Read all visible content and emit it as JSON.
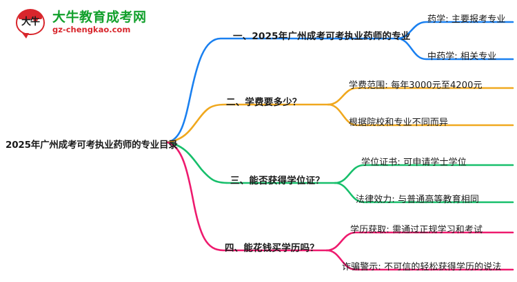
{
  "brand": {
    "mark_text": "大牛",
    "name_cn": "大牛教育成考网",
    "url": "gz-chengkao.com",
    "logo_icon": "speech-bubble-logo-icon",
    "colors": {
      "green": "#12a02c",
      "red": "#d8262c"
    }
  },
  "mindmap": {
    "root": {
      "label": "2025年广州成考可考执业药师的专业目录"
    },
    "branches": [
      {
        "index": "1",
        "label": "一、2025年广州成考可考执业药师的专业",
        "color": "#1a80f0",
        "children": [
          {
            "label": "药学: 主要报考专业"
          },
          {
            "label": "中药学: 相关专业"
          }
        ]
      },
      {
        "index": "2",
        "label": "二、学费要多少？",
        "color": "#f0a81e",
        "children": [
          {
            "label": "学费范围: 每年3000元至4200元"
          },
          {
            "label": "根据院校和专业不同而异"
          }
        ]
      },
      {
        "index": "3",
        "label": "三、能否获得学位证？",
        "color": "#17bf6b",
        "children": [
          {
            "label": "学位证书: 可申请学士学位"
          },
          {
            "label": "法律效力: 与普通高等教育相同"
          }
        ]
      },
      {
        "index": "4",
        "label": "四、能花钱买学历吗？",
        "color": "#ee1a6e",
        "children": [
          {
            "label": "学历获取: 需通过正规学习和考试"
          },
          {
            "label": "诈骗警示: 不可信的轻松获得学历的说法"
          }
        ]
      }
    ]
  }
}
